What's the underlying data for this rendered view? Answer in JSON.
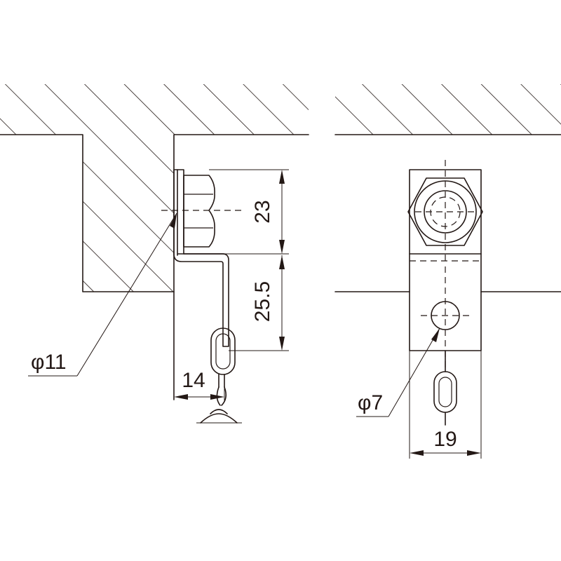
{
  "colors": {
    "line": "#231815",
    "background": "#ffffff"
  },
  "side_view": {
    "dimensions": {
      "bolt_height": "23",
      "drop_height": "25.5",
      "offset_width": "14",
      "bolt_diameter": "φ11"
    }
  },
  "front_view": {
    "dimensions": {
      "hole_diameter": "φ7",
      "plate_width": "19"
    }
  }
}
